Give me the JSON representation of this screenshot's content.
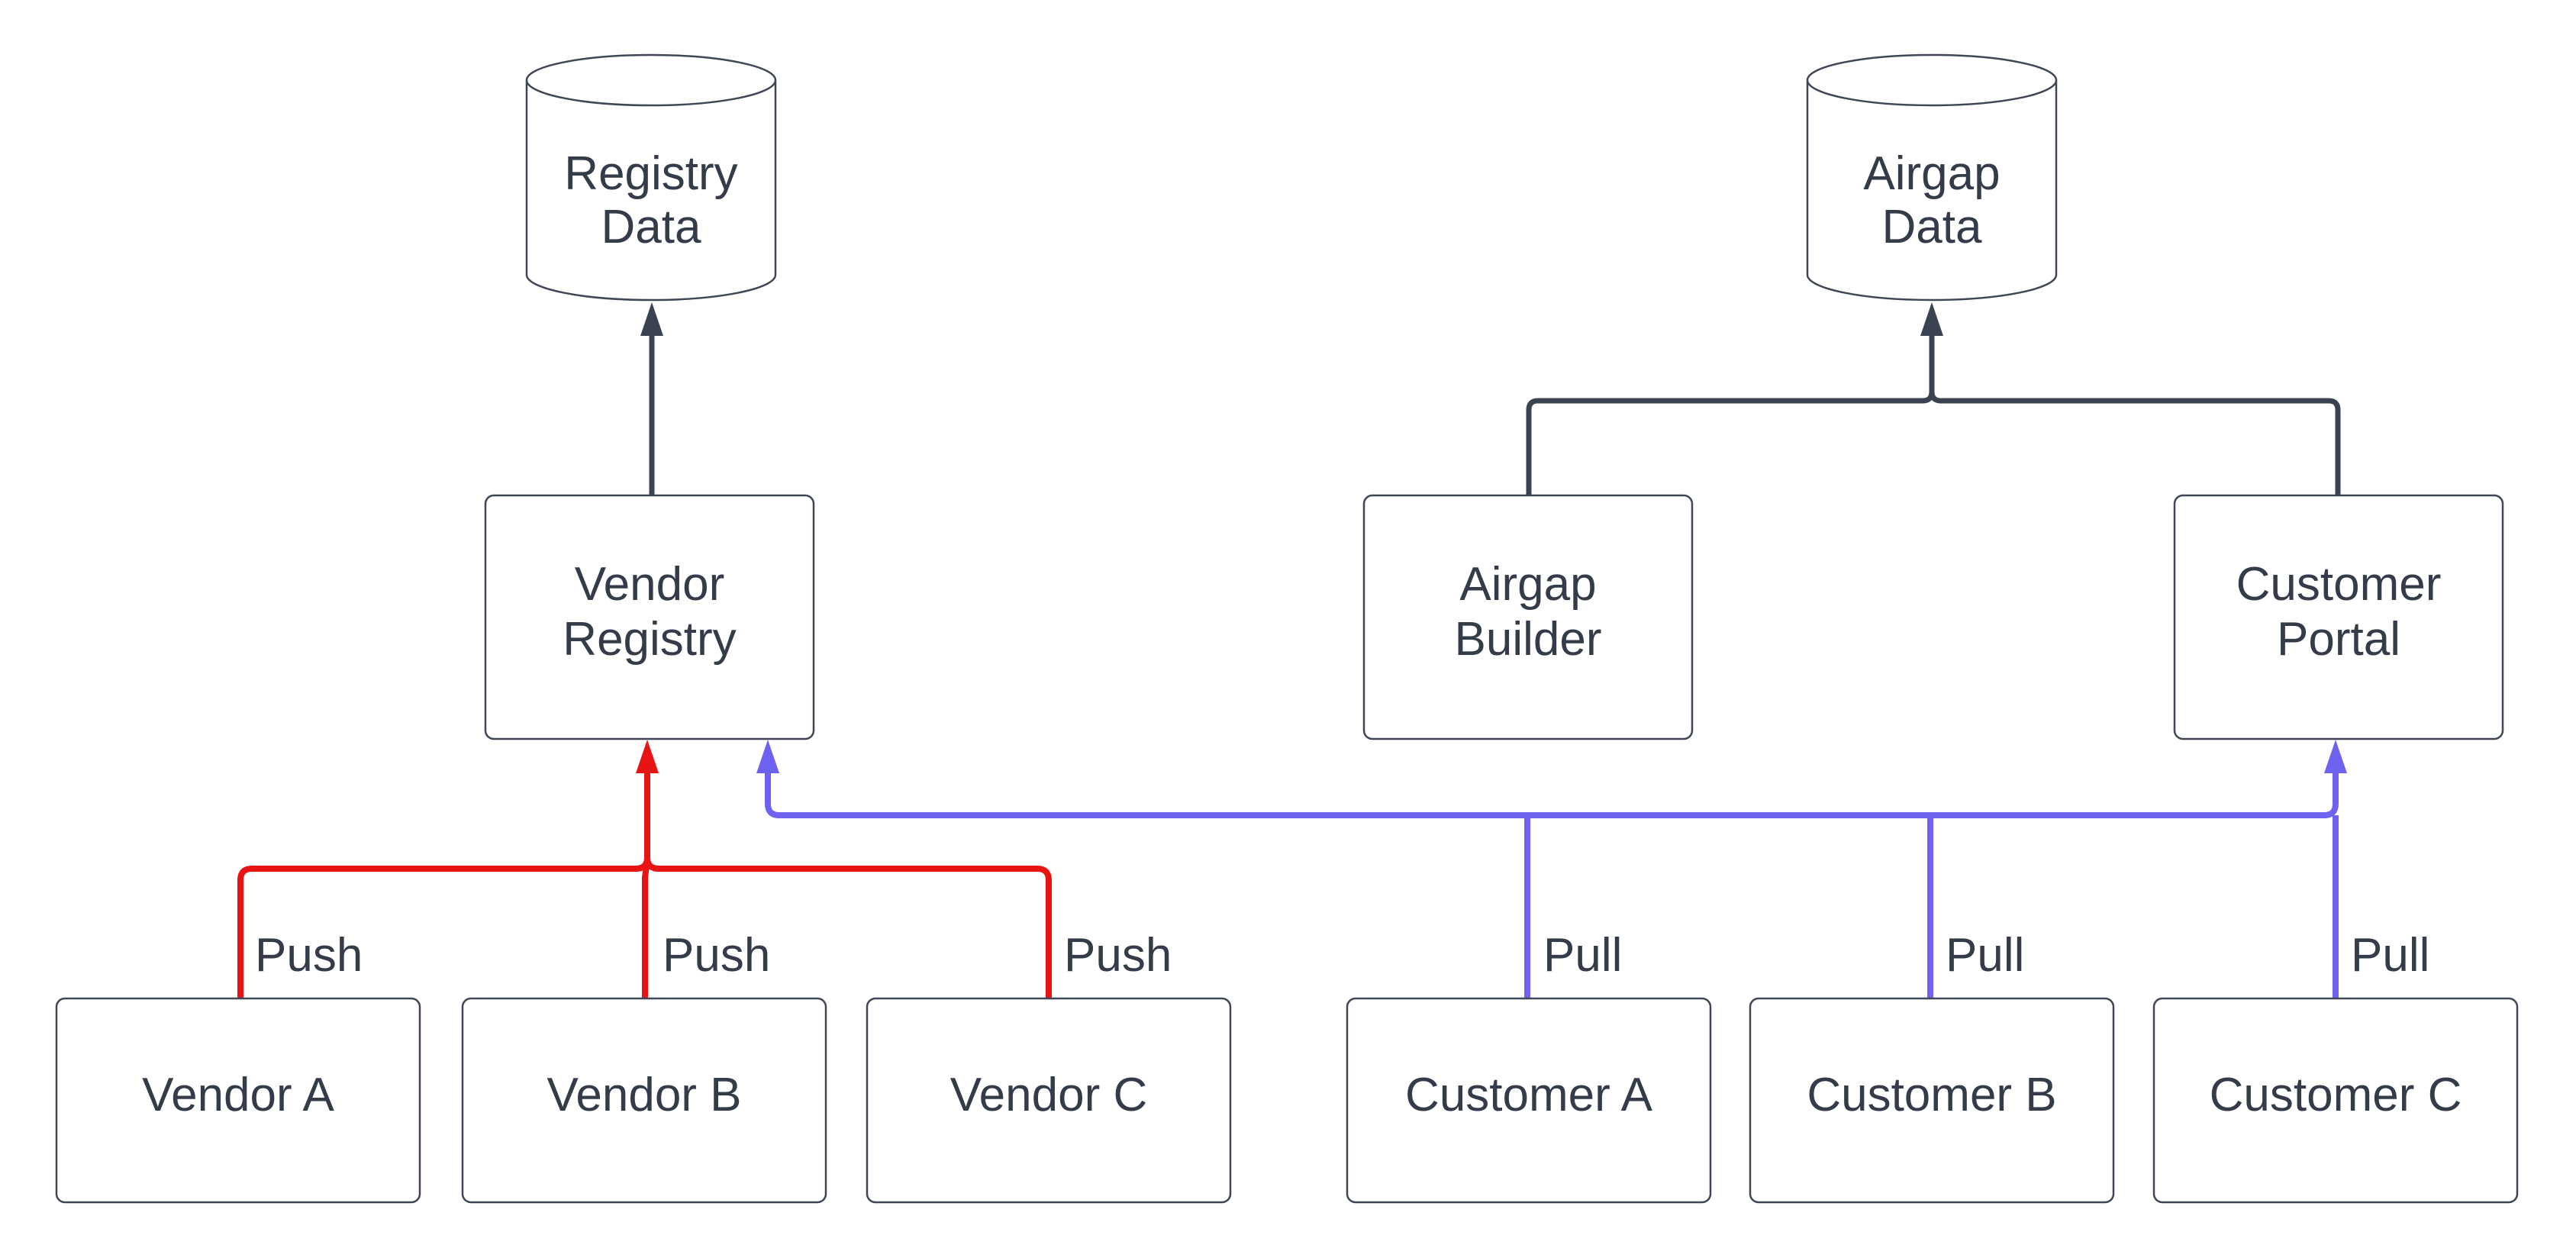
{
  "nodes": {
    "registry_data": {
      "lines": [
        "Registry",
        "Data"
      ]
    },
    "airgap_data": {
      "lines": [
        "Airgap",
        "Data"
      ]
    },
    "vendor_registry": {
      "lines": [
        "Vendor",
        "Registry"
      ]
    },
    "airgap_builder": {
      "lines": [
        "Airgap",
        "Builder"
      ]
    },
    "customer_portal": {
      "lines": [
        "Customer",
        "Portal"
      ]
    },
    "vendor_a": {
      "label": "Vendor A"
    },
    "vendor_b": {
      "label": "Vendor B"
    },
    "vendor_c": {
      "label": "Vendor C"
    },
    "customer_a": {
      "label": "Customer A"
    },
    "customer_b": {
      "label": "Customer B"
    },
    "customer_c": {
      "label": "Customer C"
    }
  },
  "edges": {
    "vendor_a_push": {
      "label": "Push"
    },
    "vendor_b_push": {
      "label": "Push"
    },
    "vendor_c_push": {
      "label": "Push"
    },
    "customer_a_pull": {
      "label": "Pull"
    },
    "customer_b_pull": {
      "label": "Pull"
    },
    "customer_c_pull": {
      "label": "Pull"
    }
  },
  "colors": {
    "push": "#e81313",
    "pull": "#6e63f1",
    "flow": "#3b4352",
    "border": "#3f4756",
    "text": "#343b49",
    "background": "#ffffff"
  }
}
